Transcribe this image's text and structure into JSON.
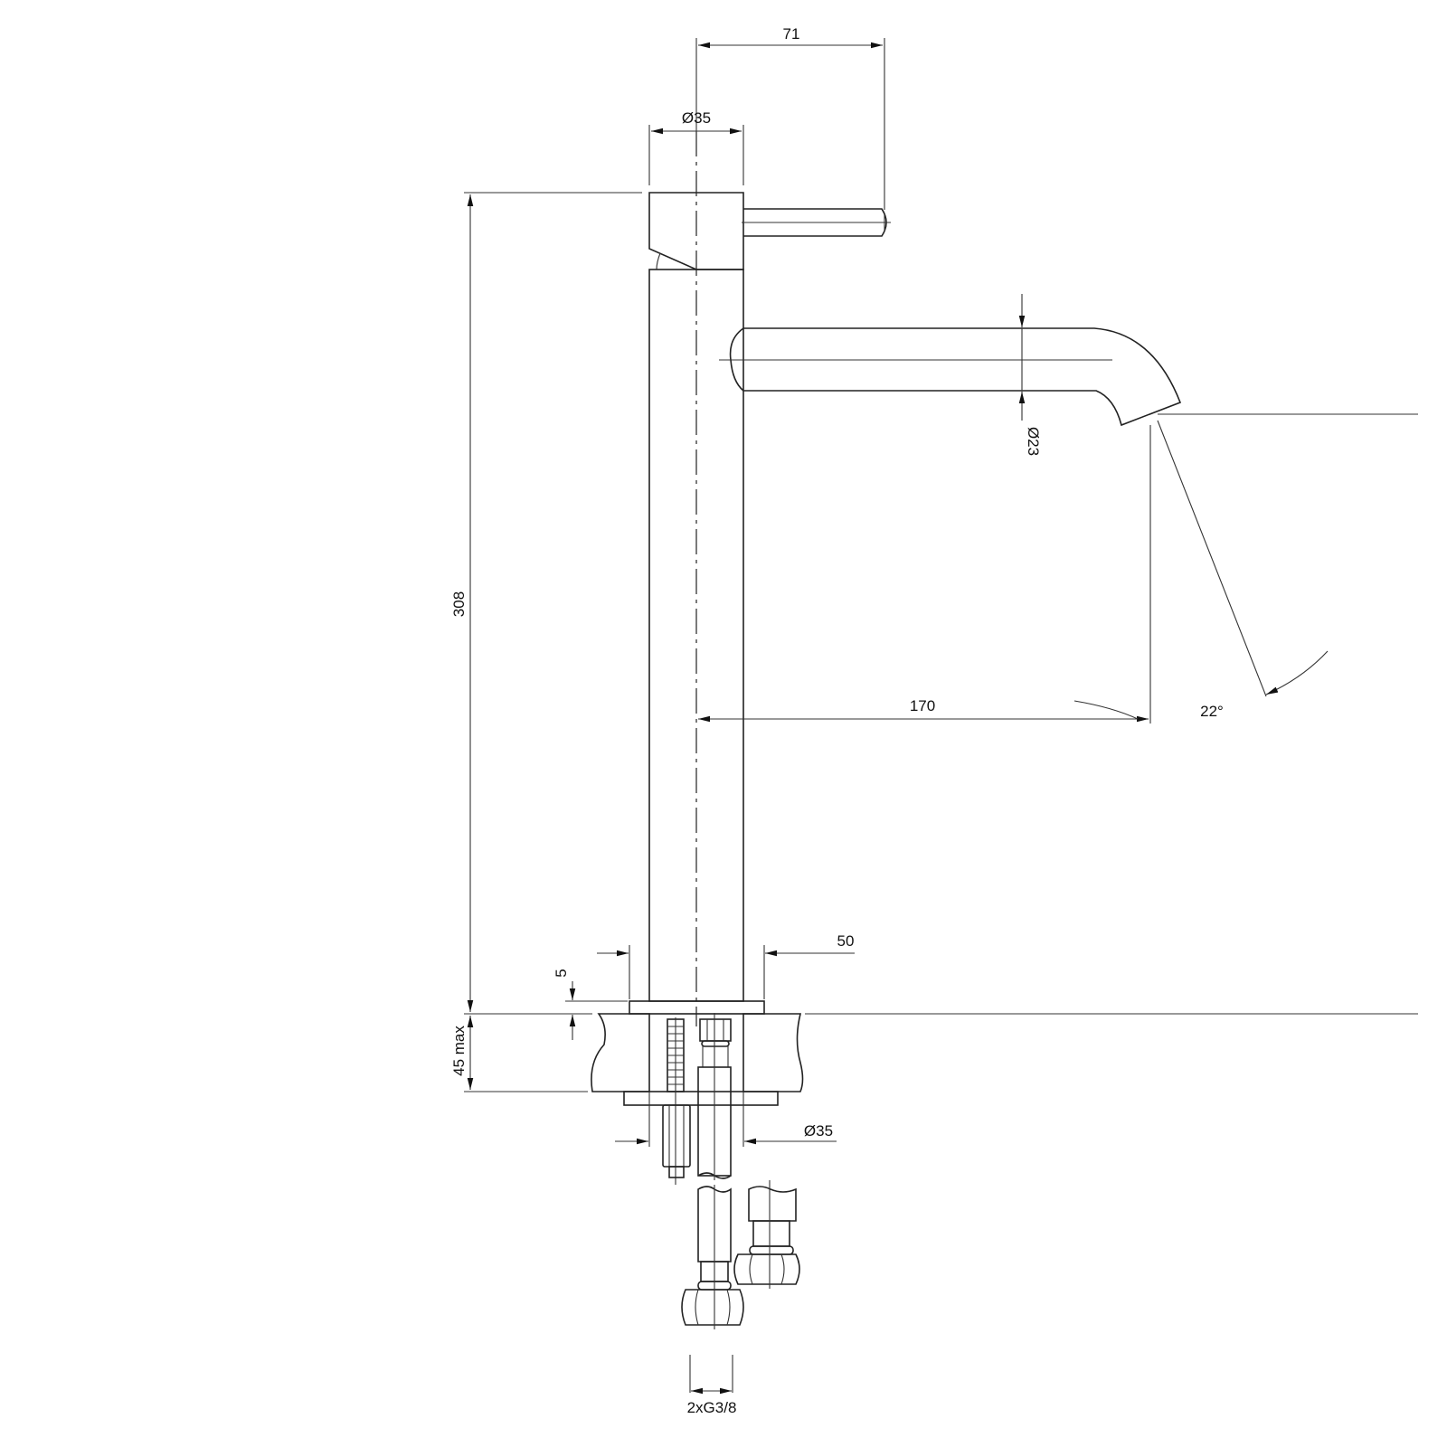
{
  "drawing": {
    "title": "Tall basin mixer dimension drawing",
    "dimensions": {
      "lever_reach": "71",
      "body_diameter_top": "Ø35",
      "total_height": "308",
      "spout_diameter": "Ø23",
      "spout_reach": "170",
      "spout_angle": "22°",
      "base_diameter": "50",
      "base_thickness": "5",
      "deck_thickness": "45 max",
      "hole_diameter": "Ø35",
      "connections": "2xG3/8"
    },
    "colors": {
      "line": "#222222",
      "background": "#ffffff"
    }
  }
}
